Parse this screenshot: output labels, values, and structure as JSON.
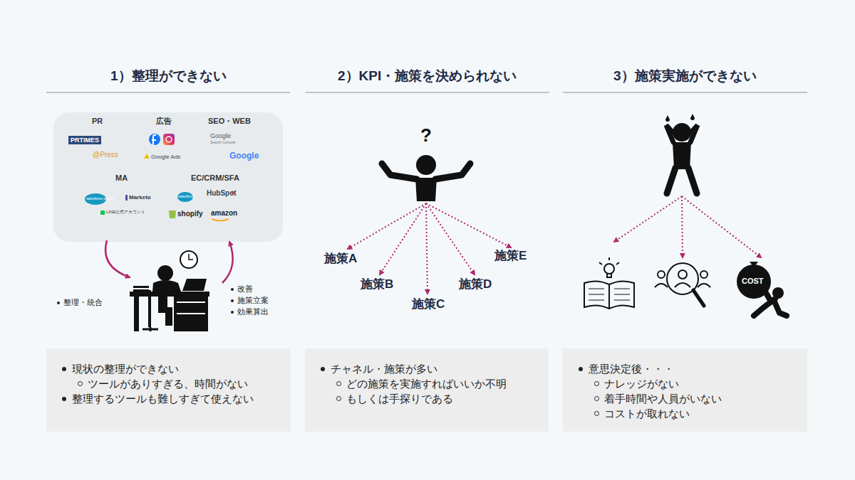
{
  "diagram": {
    "nodes": [
      {
        "text": [
          "現状の整理ができない",
          "ツールがありすぎる、時間がない",
          "整理するツールも難しすぎて使えない"
        ]
      },
      {
        "text": [
          "チャネル・施策が多い",
          "どの施策を実施すればいいか不明",
          "もしくは手探りである"
        ]
      },
      {
        "text": [
          "意思決定後・・・",
          "ナレッジがない",
          "着手時間や人員がいない",
          "コストが取れない"
        ]
      }
    ],
    "labels": [
      "1）整理ができない",
      "2）KPI・施策を決められない",
      "3）施策実施ができない",
      "PR",
      "広告",
      "SEO・WEB",
      "MA",
      "EC/CRM/SFA",
      "PRTIMES",
      "@Press",
      "Google",
      "Search Console",
      "Google Ads",
      "Google",
      "salesforce pardot",
      "Marketo",
      "salesforce",
      "HubSpot",
      "LINE公式アカウント",
      "shopify",
      "amazon",
      "整理・統合",
      "改善",
      "施策立案",
      "効果算出",
      "?",
      "施策A",
      "施策B",
      "施策C",
      "施策D",
      "施策E",
      "COST"
    ]
  }
}
